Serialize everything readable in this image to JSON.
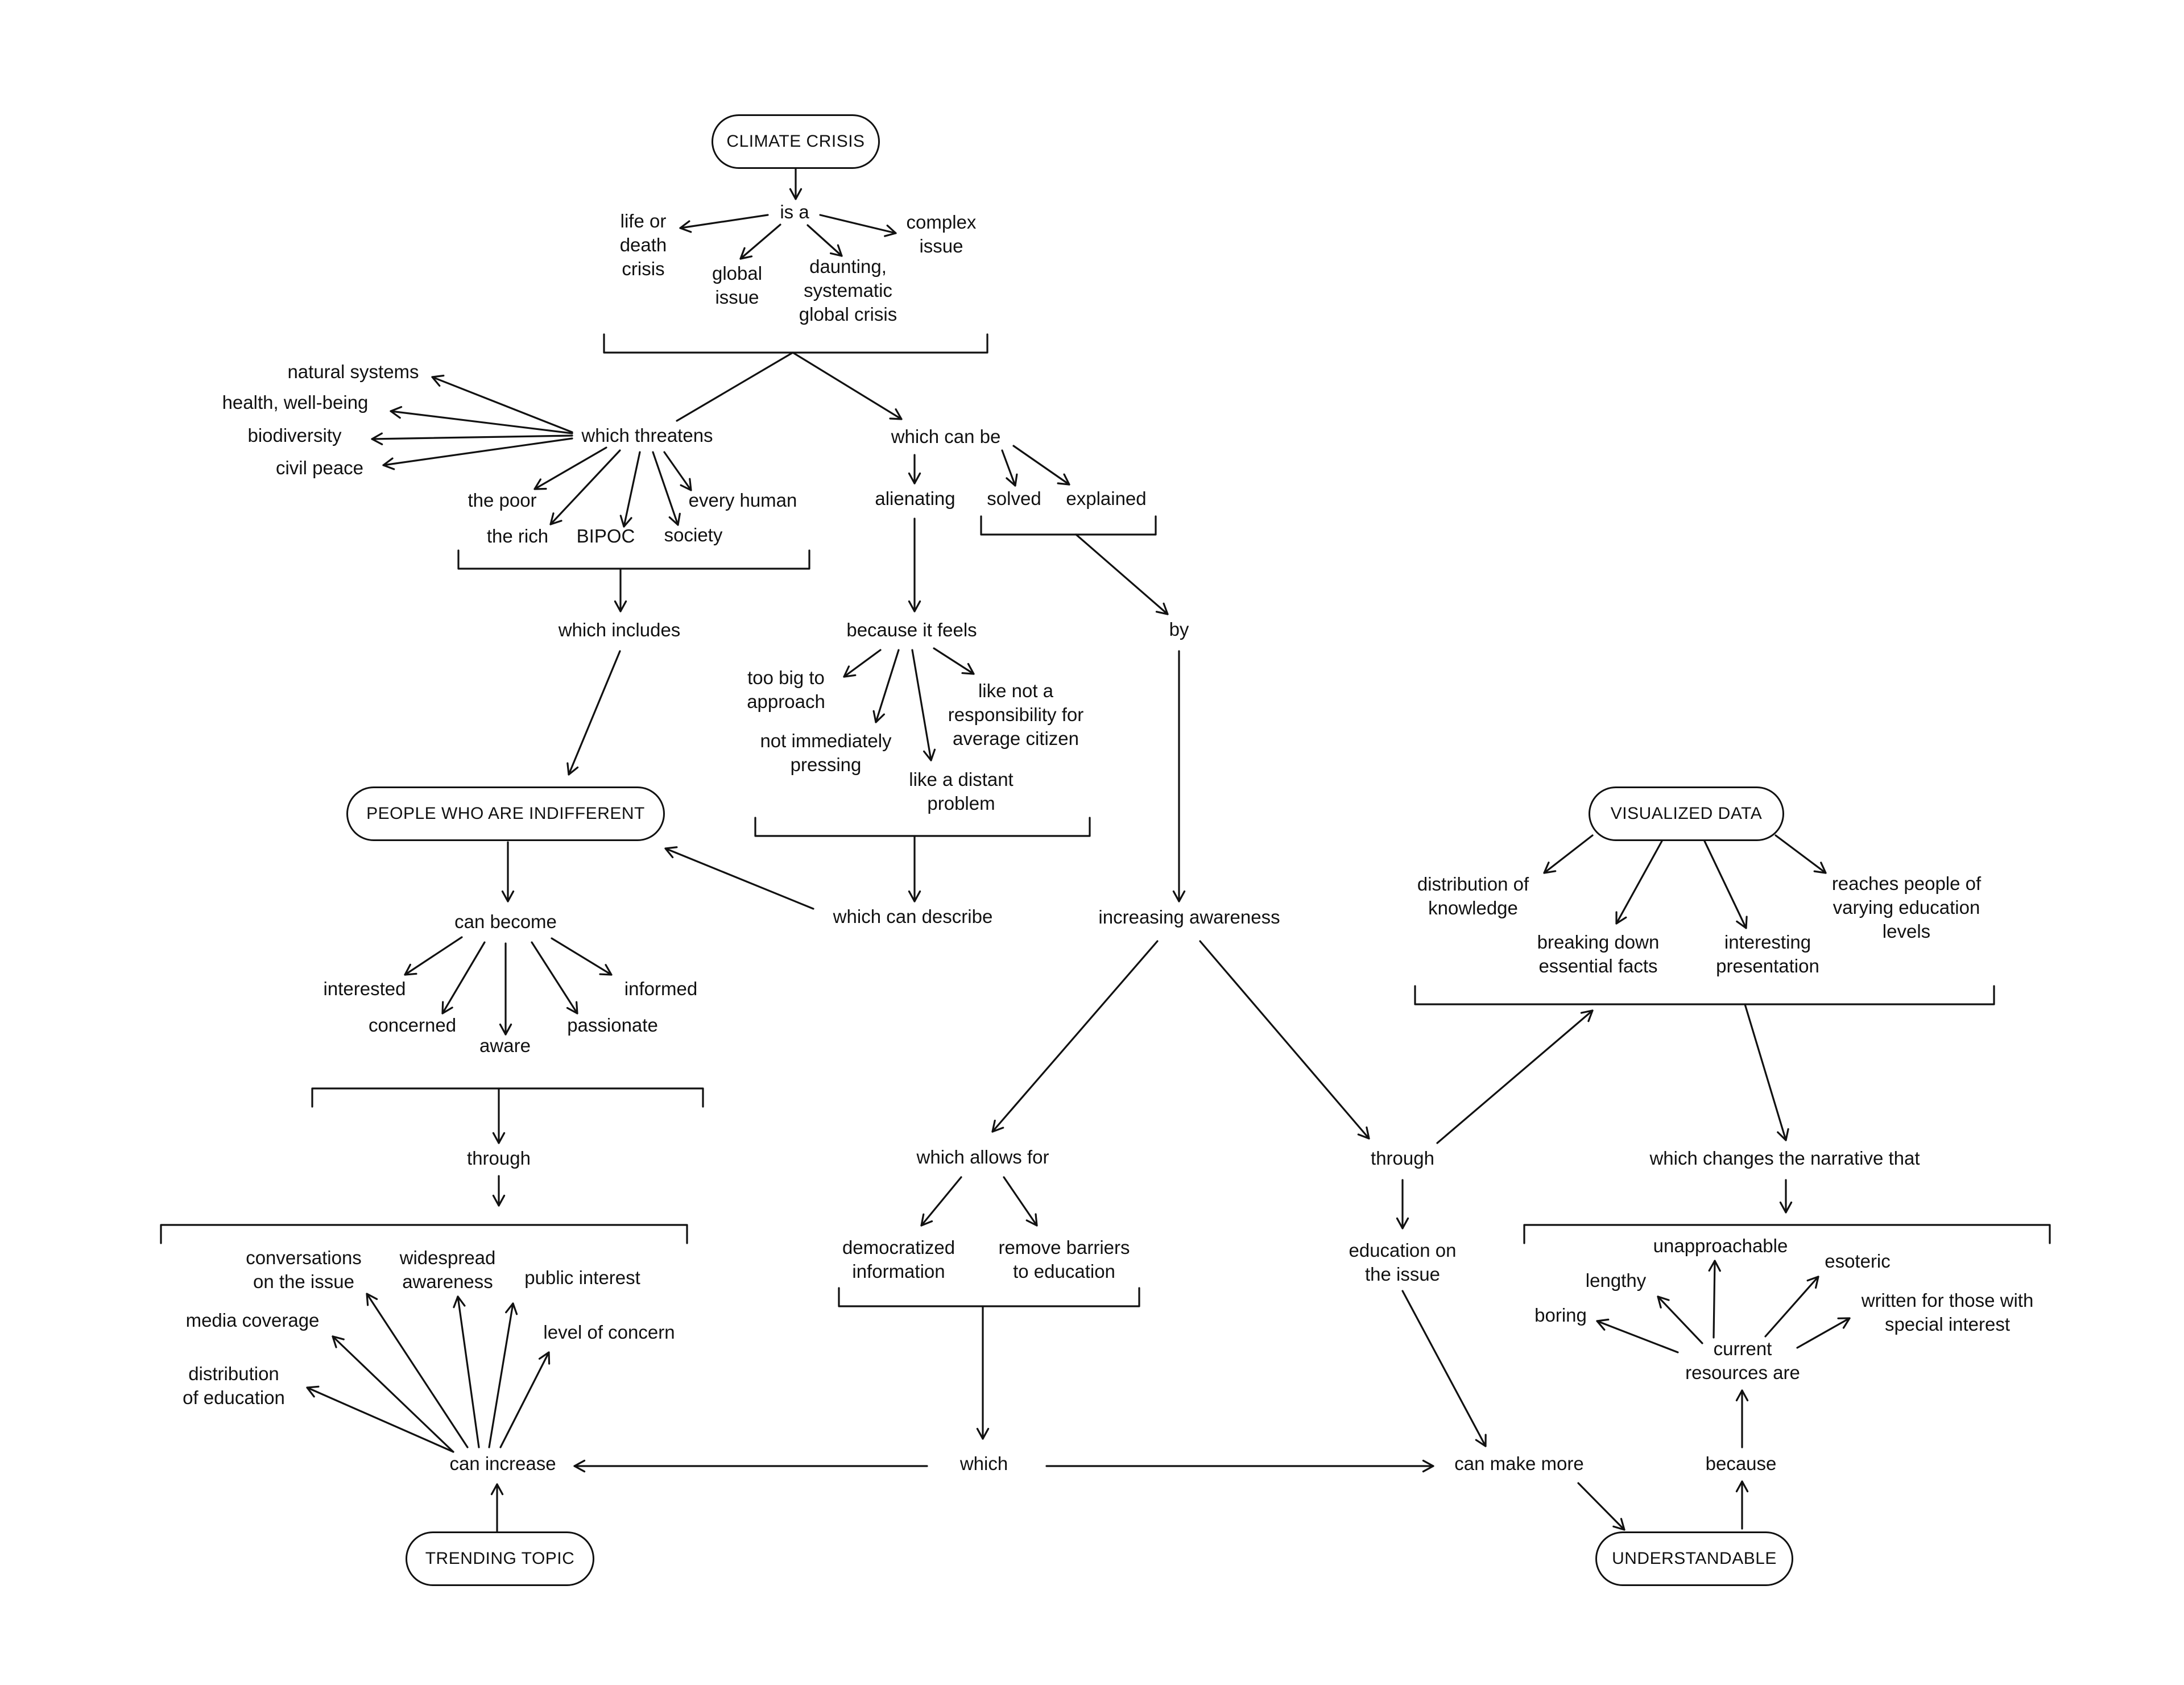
{
  "diagram": {
    "nodes": {
      "climate_crisis": "CLIMATE CRISIS",
      "people_indifferent": "PEOPLE WHO ARE INDIFFERENT",
      "visualized_data": "VISUALIZED DATA",
      "trending_topic": "TRENDING TOPIC",
      "understandable": "UNDERSTANDABLE"
    },
    "labels": {
      "is_a": "is a",
      "life_or_death": "life or\ndeath\ncrisis",
      "global_issue": "global\nissue",
      "daunting": "daunting,\nsystematic\nglobal crisis",
      "complex_issue": "complex\nissue",
      "which_threatens": "which threatens",
      "natural_systems": "natural systems",
      "health": "health, well-being",
      "biodiversity": "biodiversity",
      "civil_peace": "civil peace",
      "the_poor": "the poor",
      "the_rich": "the rich",
      "bipoc": "BIPOC",
      "society": "society",
      "every_human": "every human",
      "which_includes": "which includes",
      "which_can_be": "which can be",
      "alienating": "alienating",
      "solved": "solved",
      "explained": "explained",
      "because_it_feels": "because it feels",
      "too_big": "too big to\napproach",
      "not_pressing": "not immediately\npressing",
      "distant_problem": "like a distant\nproblem",
      "not_responsibility": "like not a\nresponsibility for\naverage citizen",
      "which_can_describe": "which can describe",
      "by": "by",
      "increasing_awareness": "increasing awareness",
      "can_become": "can become",
      "interested": "interested",
      "concerned": "concerned",
      "aware": "aware",
      "passionate": "passionate",
      "informed": "informed",
      "through_left": "through",
      "conversations": "conversations\non the issue",
      "widespread": "widespread\nawareness",
      "public_interest": "public interest",
      "media_coverage": "media coverage",
      "level_of_concern": "level of concern",
      "distribution_education": "distribution\nof education",
      "can_increase": "can increase",
      "which_allows_for": "which allows for",
      "democratized": "democratized\ninformation",
      "remove_barriers": "remove barriers\nto education",
      "which": "which",
      "through_right": "through",
      "education_on_issue": "education on\nthe issue",
      "can_make_more": "can make more",
      "distribution_knowledge": "distribution of\nknowledge",
      "breaking_down": "breaking down\nessential facts",
      "interesting_presentation": "interesting\npresentation",
      "reaches_people": "reaches people of\nvarying education\nlevels",
      "changes_narrative": "which changes the narrative that",
      "unapproachable": "unapproachable",
      "lengthy": "lengthy",
      "esoteric": "esoteric",
      "boring": "boring",
      "written_for": "written for those with\nspecial interest",
      "current_resources": "current\nresources are",
      "because": "because"
    }
  }
}
